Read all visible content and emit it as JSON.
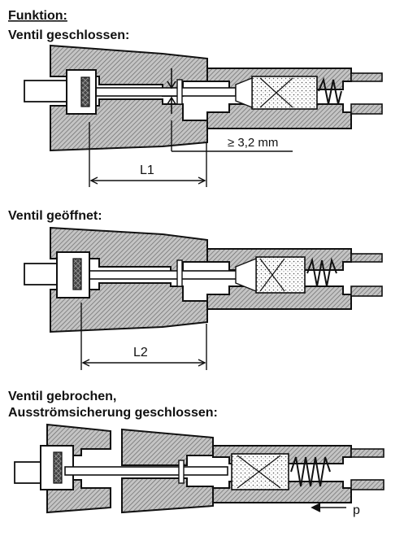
{
  "heading": "Funktion:",
  "states": [
    {
      "title": "Ventil geschlossen:",
      "dimension_label": "L1",
      "gap_label": "≥ 3,2 mm"
    },
    {
      "title": "Ventil geöffnet:",
      "dimension_label": "L2"
    },
    {
      "title_line1": "Ventil gebrochen,",
      "title_line2": "Ausströmsicherung geschlossen:",
      "pressure_label": "p"
    }
  ],
  "colors": {
    "ink": "#111111",
    "body_fill": "#bdbdbd",
    "dark": "#555555",
    "bg": "#ffffff"
  }
}
